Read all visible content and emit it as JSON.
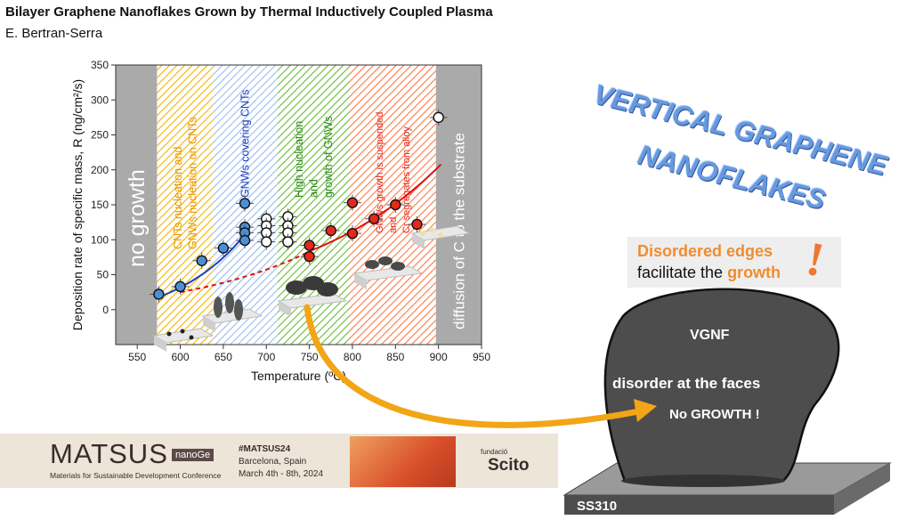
{
  "header": {
    "title": "Bilayer Graphene Nanoflakes Grown by Thermal Inductively Coupled Plasma",
    "author": "E. Bertran-Serra"
  },
  "chart_data": {
    "type": "scatter",
    "xlabel": "Temperature (ºC)",
    "ylabel": "Deposition rate of specific mass, R (ng/cm²/s)",
    "xlim": [
      525,
      950
    ],
    "ylim": [
      -50,
      350
    ],
    "xticks": [
      "550",
      "600",
      "650",
      "700",
      "750",
      "800",
      "850",
      "900",
      "950"
    ],
    "yticks": [
      "0",
      "50",
      "100",
      "150",
      "200",
      "250",
      "300",
      "350"
    ],
    "regions": [
      {
        "name": "no-growth",
        "x": [
          525,
          573
        ],
        "color": "#aaaaaa",
        "label": "no growth"
      },
      {
        "name": "cnts",
        "x": [
          573,
          638
        ],
        "color": "#f4b400",
        "label_lines": [
          "CNTs nucleation and",
          "GNWs nucleation on CNTs"
        ],
        "label_color": "#e69500"
      },
      {
        "name": "gnws-covering",
        "x": [
          638,
          713
        ],
        "color": "#99bbee",
        "label_lines": [
          "GNWs covering CNTs"
        ],
        "label_color": "#1f3fbf"
      },
      {
        "name": "high-nucleation",
        "x": [
          713,
          797
        ],
        "color": "#66bb33",
        "label_lines": [
          "High nucleation",
          "and",
          "growth of GNWs"
        ],
        "label_color": "#2e8b1a"
      },
      {
        "name": "suspended",
        "x": [
          797,
          897
        ],
        "color": "#ff7744",
        "label_lines": [
          "GNWs growth is suspended",
          "and",
          "Cr segregates from alloy"
        ],
        "label_color": "#e6281a"
      },
      {
        "name": "diffusion",
        "x": [
          897,
          950
        ],
        "color": "#aaaaaa",
        "label": "diffusion of C to the substrate"
      }
    ],
    "series": [
      {
        "color": "#4a90d9",
        "points": [
          [
            575,
            22
          ],
          [
            600,
            33
          ],
          [
            625,
            70
          ],
          [
            650,
            88
          ],
          [
            675,
            152
          ],
          [
            675,
            118
          ],
          [
            675,
            110
          ],
          [
            675,
            99
          ]
        ]
      },
      {
        "color": "#e6281a",
        "points": [
          [
            750,
            92
          ],
          [
            750,
            76
          ],
          [
            775,
            113
          ],
          [
            800,
            153
          ],
          [
            800,
            109
          ],
          [
            825,
            130
          ],
          [
            850,
            150
          ],
          [
            875,
            122
          ]
        ]
      },
      {
        "color": "#ffffff",
        "points": [
          [
            700,
            130
          ],
          [
            700,
            120
          ],
          [
            700,
            110
          ],
          [
            700,
            97
          ],
          [
            725,
            133
          ],
          [
            725,
            120
          ],
          [
            725,
            110
          ],
          [
            725,
            97
          ],
          [
            900,
            275
          ]
        ]
      }
    ],
    "fits": [
      {
        "color": "#1a3fbf",
        "style": "solid",
        "x_range": [
          575,
          678
        ]
      },
      {
        "color": "#dd1111",
        "style": "dashed",
        "x_range": [
          600,
          753
        ]
      },
      {
        "color": "#dd1111",
        "style": "solid",
        "x_range": [
          753,
          903
        ]
      }
    ]
  },
  "headline": {
    "lines": [
      "VERTICAL GRAPHENE",
      "NANOFLAKES"
    ]
  },
  "callout": {
    "line1": "Disordered edges",
    "line2_pre": "facilitate the ",
    "line2_em": "growth",
    "mark": "!"
  },
  "blob": {
    "label": "VGNF",
    "text1": "disorder at the faces",
    "text2": "No GROWTH !"
  },
  "substrate": {
    "label": "SS310"
  },
  "banner": {
    "brand": "MATSUS",
    "brand_sub": "Materials for Sustainable Development Conference",
    "partner": "nanoGe",
    "hashtag": "#MATSUS24",
    "place": "Barcelona, Spain",
    "dates": "March 4th - 8th, 2024",
    "sponsor_small": "fundació",
    "sponsor": "Scito"
  },
  "colors": {
    "accent_orange": "#f08c30",
    "arrow": "#f2a516",
    "blob": "#4d4d4d"
  }
}
